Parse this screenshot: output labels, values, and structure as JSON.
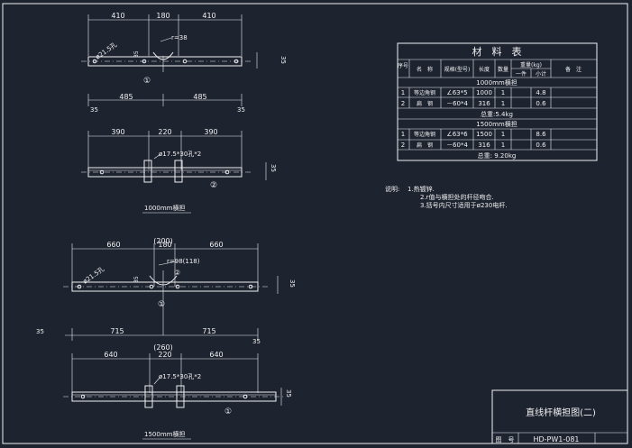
{
  "drawing_a": {
    "dims_top": [
      "410",
      "180",
      "410"
    ],
    "label_r": "r=38",
    "label_angle": "ø21.5孔",
    "side_dim": "35",
    "part_left": "35",
    "part_no": "①",
    "dims_bottom": [
      "485",
      "485"
    ],
    "end_left": "35",
    "end_right": "35"
  },
  "drawing_b": {
    "dims_top": [
      "390",
      "220",
      "390"
    ],
    "hole_label": "ø17.5*30孔*2",
    "side_dim": "35",
    "part_no": "②",
    "caption": "1000mm横担"
  },
  "drawing_c": {
    "dims_top": [
      "660",
      "180",
      "660"
    ],
    "dim_paren": "(200)",
    "label_r": "r=98(118)",
    "label_angle": "ø21.5孔",
    "side_dim": "35",
    "part_left": "35",
    "part_no": "①",
    "part_no2": "②",
    "end_left": "35",
    "dims_bottom": [
      "715",
      "715"
    ],
    "end_right": "35"
  },
  "drawing_d": {
    "dim_paren": "(260)",
    "dims_top": [
      "640",
      "220",
      "640"
    ],
    "hole_label": "ø17.5*30孔*2",
    "side_dim": "35",
    "part_no": "①",
    "caption": "1500mm横担"
  },
  "material_table": {
    "title": "材　料　表",
    "headers": {
      "no": "序号",
      "name": "名　称",
      "spec": "规格(型号)",
      "length": "长度",
      "qty": "数量",
      "weight": "重量(kg)",
      "weight_one": "一件",
      "weight_sub": "小计",
      "remark": "备　注"
    },
    "section1": "1000mm横担",
    "rows1": [
      [
        "1",
        "等边角钢",
        "∠63*5",
        "1000",
        "1",
        "",
        "4.8",
        ""
      ],
      [
        "2",
        "扁　钢",
        "－60*4",
        "316",
        "1",
        "",
        "0.6",
        ""
      ]
    ],
    "total1": "总重:5.4kg",
    "section2": "1500mm横担",
    "rows2": [
      [
        "1",
        "等边角钢",
        "∠63*6",
        "1500",
        "1",
        "",
        "8.6",
        ""
      ],
      [
        "2",
        "扁　钢",
        "－60*4",
        "316",
        "1",
        "",
        "0.6",
        ""
      ]
    ],
    "total2": "总重: 9.20kg"
  },
  "notes": {
    "label": "说明:",
    "items": [
      "1.热镀锌.",
      "2.r值与横担处的杆径吻合.",
      "3.括号内尺寸适用于ø230电杆."
    ]
  },
  "title_block": {
    "title": "直线杆横担图(二)",
    "drawing_no_label": "图　号",
    "drawing_no": "HD-PW1-081"
  }
}
